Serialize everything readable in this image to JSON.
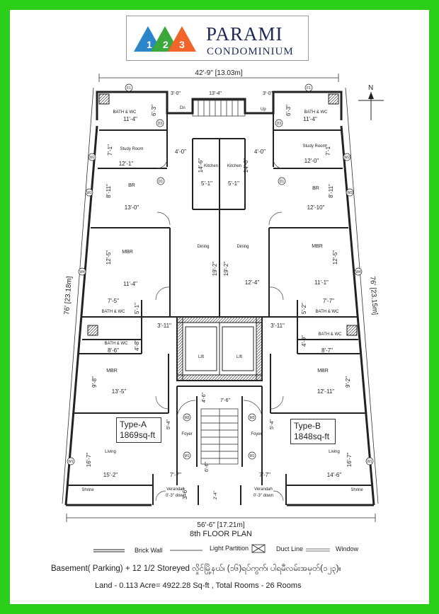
{
  "logo": {
    "badges": [
      "1",
      "2",
      "3"
    ],
    "name": "PARAMI",
    "subtitle": "CONDOMINIUM",
    "colors": {
      "blue": "#2a86c8",
      "green": "#3aa83a",
      "orange": "#f2652a"
    }
  },
  "north": "N",
  "dims": {
    "top_width": "42'-9\" [13.03m]",
    "bottom_width": "56'-6\" [17.21m]",
    "left_height": "76' [23.18m]",
    "right_height": "76' [23.15m]",
    "stair_top": "13'-4\"",
    "corner_left": "3'-0\"",
    "corner_right": "3'-0\"",
    "bath_tl_w": "11'-4\"",
    "bath_tl_h": "6'-3\"",
    "bath_tr_w": "11'-4\"",
    "bath_tr_h": "6'-3\"",
    "study_l_w": "12'-1\"",
    "study_l_h": "7'-1\"",
    "study_r_w": "12'-0\"",
    "study_r_h": "7'-1\"",
    "study_door_l": "4'-0\"",
    "study_door_r": "4'-0\"",
    "kitchen_l_h": "14'-6\"",
    "kitchen_r_h": "14'-6\"",
    "kitchen_l_w": "5'-1\"",
    "kitchen_r_w": "5'-1\"",
    "br_l_w": "13'-0\"",
    "br_l_h": "8'-11\"",
    "br_r_w": "12'-10\"",
    "br_r_h": "8'-11\"",
    "mbr_l_h": "12'-5\"",
    "mbr_l_w": "11'-4\"",
    "mbr_r_h": "12'-5\"",
    "mbr_r_w": "11'-1\"",
    "dining_l_h": "19'-2\"",
    "dining_r_h": "19'-2\"",
    "dining_r_w": "12'-4\"",
    "bath_ml_w": "7'-5\"",
    "bath_ml_h": "5'-1\"",
    "bath_mr_w": "7'-7\"",
    "bath_mr_h": "5'-2\"",
    "lift_l": "3'-11\"",
    "lift_r": "3'-11\"",
    "bath_ll_w": "8'-6\"",
    "bath_ll_h": "4'-8\"",
    "bath_lr_w": "8'-7\"",
    "bath_lr_h": "4'-9\"",
    "mbr2_l_w": "13'-5\"",
    "mbr2_l_h": "9'-8\"",
    "mbr2_r_w": "12'-11\"",
    "mbr2_r_h": "9'-2\"",
    "stair_w": "7'-6\"",
    "stair_small": "4'-6\"",
    "foyer_l": "5'-4\"",
    "foyer_r": "5'-4\"",
    "living_l_h": "16'-7\"",
    "living_l_w": "15'-2\"",
    "living_r_h": "16'-7\"",
    "living_r_w": "14'-6\"",
    "ver_l_w": "7'-7\"",
    "ver_r_w": "7'-7\"",
    "ver_l_h": "3'-6\"",
    "ver_c_h": "6'-6\"",
    "ver_c2": "2'-4\""
  },
  "rooms": {
    "bath": "BATH & WC",
    "study": "Study Room",
    "br": "BR",
    "mbr": "MBR",
    "kitchen": "Kitchen",
    "dining": "Dining",
    "lift": "Lift",
    "foyer": "Foyer",
    "living": "Living",
    "shrine": "Shrine",
    "verandah": "Verandah",
    "verandah_note": "0'-3\" down",
    "dn": "Dn",
    "up": "Up"
  },
  "type_a": {
    "label": "Type-A",
    "area": "1869sq-ft"
  },
  "type_b": {
    "label": "Type-B",
    "area": "1848sq-ft"
  },
  "plan_title": "8th FLOOR PLAN",
  "legend": {
    "brick": "Brick Wall",
    "light": "Light Partition",
    "duct": "Duct Line",
    "window": "Window"
  },
  "info_line": "Basement( Parking) + 12 1/2 Storeyed   လှိုင်မြို့နယ်၊ (၁၆)ရပ်ကွက်၊ ပါရမီလမ်းအမှတ်(၁၂၃)။",
  "land_line": "Land - 0.113 Acre= 4922.28 Sq-ft , Total Rooms - 26 Rooms",
  "tags": {
    "f1": "F1",
    "w1": "W1",
    "w2": "W2",
    "w3": "W3",
    "w4": "W4",
    "d1": "D1",
    "d2": "D2",
    "d3": "D3",
    "m": "M1",
    "m2": "M2",
    "m3": "M3"
  }
}
